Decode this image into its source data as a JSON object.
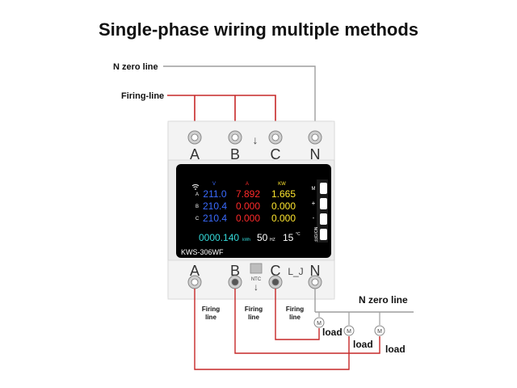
{
  "title": "Single-phase wiring multiple methods",
  "labels": {
    "n_zero_line_top": "N zero line",
    "firing_line_top": "Firing-line",
    "n_zero_line_right": "N zero line",
    "firing_line_1a": "Firing",
    "firing_line_1b": "line",
    "firing_line_2a": "Firing",
    "firing_line_2b": "line",
    "firing_line_3a": "Firing",
    "firing_line_3b": "line",
    "load_1": "load",
    "load_2": "load",
    "load_3": "load",
    "motor_symbol": "M",
    "arrow_top": "↓",
    "arrow_bottom": "↓",
    "ntc": "NTC"
  },
  "terminals_top": [
    "A",
    "B",
    "C",
    "N"
  ],
  "terminals_bottom": [
    "A",
    "B",
    "C",
    "N"
  ],
  "bottom_extra_symbol": "L_J",
  "meter": {
    "model": "KWS-306WF",
    "wifi_icon": "wifi-icon",
    "phase_labels": [
      "A",
      "B",
      "C"
    ],
    "col_units": [
      "V",
      "A",
      "KW"
    ],
    "voltage": [
      "211.0",
      "210.4",
      "210.4"
    ],
    "current": [
      "7.892",
      "0.000",
      "0.000"
    ],
    "power": [
      "1.665",
      "0.000",
      "0.000"
    ],
    "energy": "0000.140",
    "energy_unit": "kWh",
    "frequency": "50",
    "frequency_unit": "HZ",
    "temperature": "15",
    "temperature_unit": "°C",
    "buttons": [
      "M",
      "+",
      "-",
      "NO/OFF"
    ]
  },
  "colors": {
    "wire_red": "#c62828",
    "wire_gray": "#9e9e9e",
    "voltage": "#3a6bff",
    "current": "#ff2a2a",
    "power": "#ffe62e",
    "energy": "#34d9d9",
    "screen_bg": "#000000"
  }
}
